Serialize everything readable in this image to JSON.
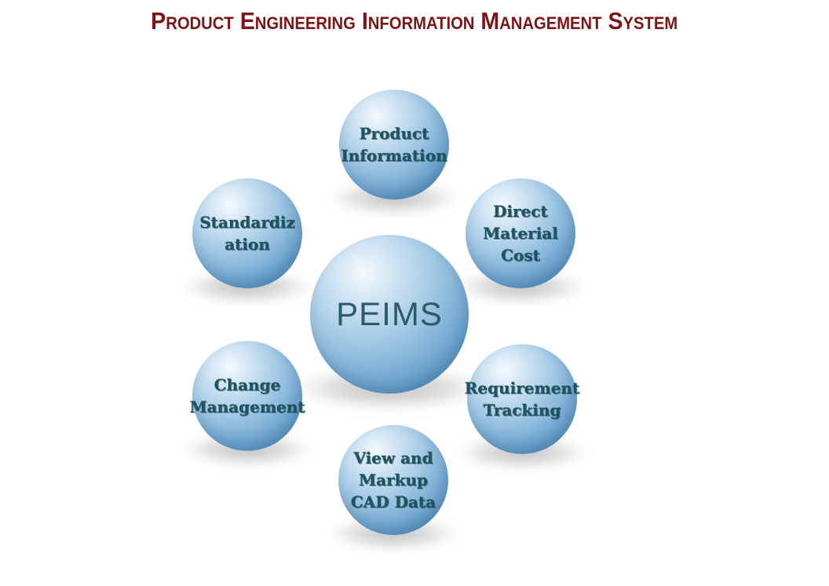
{
  "title": "Product Engineering Information Management System",
  "center": {
    "label": "PEIMS"
  },
  "bubbles": [
    {
      "id": "product-information",
      "lines": [
        "Product",
        "Information",
        ""
      ]
    },
    {
      "id": "direct-material-cost",
      "lines": [
        "Direct",
        "Material",
        "Cost"
      ]
    },
    {
      "id": "requirement-tracking",
      "lines": [
        "Requirement",
        "Tracking",
        ""
      ]
    },
    {
      "id": "view-markup-cad-data",
      "lines": [
        "View and",
        "Markup",
        "CAD Data"
      ]
    },
    {
      "id": "change-management",
      "lines": [
        "Change",
        "Management",
        ""
      ]
    },
    {
      "id": "standardization",
      "lines": [
        "Standardiz",
        "ation",
        ""
      ]
    }
  ],
  "colors": {
    "title": "#7E1416",
    "label_text": "#1F5360",
    "center_text": "#2D5C68",
    "sphere_highlight": "#F4FAFD",
    "sphere_mid": "#A9CDE7",
    "sphere_base": "#4E8FC0",
    "sphere_rim": "#3D7DB2"
  }
}
